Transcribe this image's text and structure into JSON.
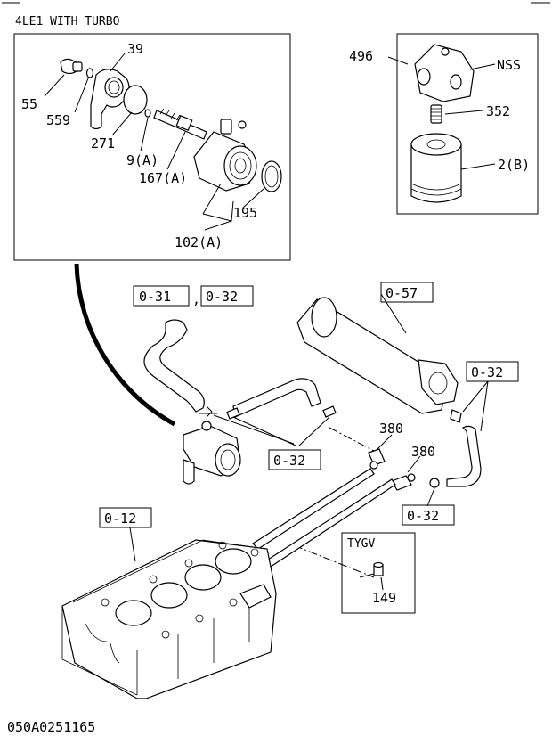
{
  "header": {
    "title": "4LE1 WITH TURBO"
  },
  "footer": {
    "code": "050A0251165"
  },
  "callouts": {
    "c39": "39",
    "c55": "55",
    "c559": "559",
    "c271": "271",
    "c9a": "9(A)",
    "c167a": "167(A)",
    "c195": "195",
    "c102a": "102(A)",
    "c496": "496",
    "cnss": "NSS",
    "c352": "352",
    "c2b": "2(B)",
    "c380a": "380",
    "c380b": "380",
    "c149": "149"
  },
  "refs": {
    "r031": "0-31",
    "r032a": "0-32",
    "comma": ",",
    "r057": "0-57",
    "r032b": "0-32",
    "r032c": "0-32",
    "r032d": "0-32",
    "r012": "0-12"
  },
  "tygv": {
    "label": "TYGV"
  }
}
